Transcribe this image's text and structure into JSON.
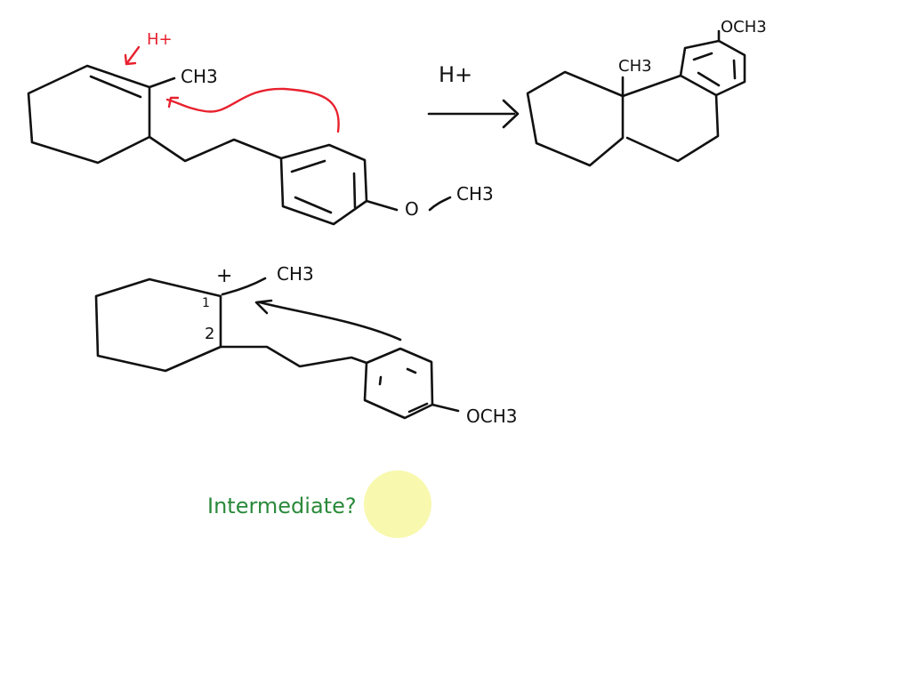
{
  "diagram": {
    "type": "organic-chemistry-reaction-mechanism",
    "colors": {
      "ink": "#111111",
      "annotation_red": "#e8212e",
      "annotation_green": "#2a8a3a",
      "highlight": "#f5f58c"
    },
    "reactant": {
      "protonation_label": "H+",
      "methyl_label": "CH3",
      "methoxy_o_label": "O",
      "methoxy_ch3_label": "CH3"
    },
    "reaction_arrow": {
      "reagent_label": "H+"
    },
    "product": {
      "methyl_label": "CH3",
      "methoxy_label": "OCH3"
    },
    "intermediate": {
      "charge_label": "+",
      "methyl_label": "CH3",
      "carbon_number_1": "1",
      "carbon_number_2": "2",
      "methoxy_label": "OCH3"
    },
    "annotation": {
      "text": "Intermediate?"
    }
  }
}
